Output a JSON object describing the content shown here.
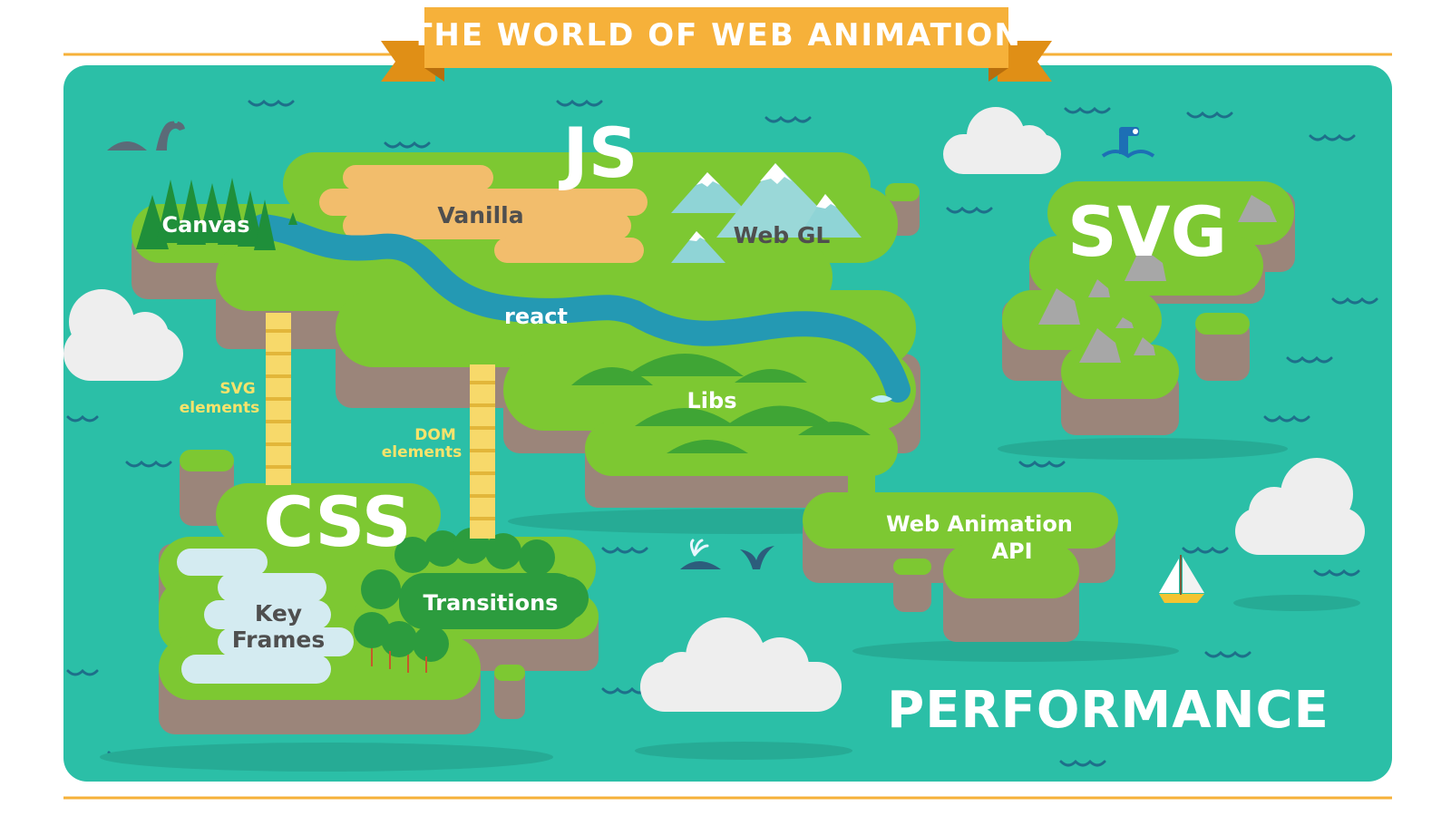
{
  "banner": {
    "title": "THE WORLD OF WEB ANIMATION"
  },
  "regions": {
    "js": "JS",
    "svg": "SVG",
    "css": "CSS",
    "performance": "PERFORMANCE"
  },
  "places": {
    "canvas": "Canvas",
    "vanilla": "Vanilla",
    "webgl": "Web GL",
    "react": "react",
    "libs": "Libs",
    "keyframes_line1": "Key",
    "keyframes_line2": "Frames",
    "transitions": "Transitions",
    "web_animation_api_line1": "Web Animation",
    "web_animation_api_line2": "API"
  },
  "ladders": {
    "svg_elements_line1": "SVG",
    "svg_elements_line2": "elements",
    "dom_elements_line1": "DOM",
    "dom_elements_line2": "elements"
  },
  "colors": {
    "sea": "#2bbfa7",
    "grass": "#7dc832",
    "earth": "#9b857a",
    "river": "#2499b3",
    "sand": "#f2bd6c",
    "banner": "#f6b13a",
    "banner_dark": "#e08f16",
    "forest": "#1f8f3a",
    "rock": "#a7a7a7",
    "ladder": "#f7d96a"
  },
  "icons": [
    "sea-monster-icon",
    "periscope-icon",
    "whale-icon",
    "whale-tail-icon",
    "sailboat-icon",
    "cloud-icon",
    "mountain-icon",
    "tree-icon",
    "rock-icon",
    "wave-icon"
  ]
}
